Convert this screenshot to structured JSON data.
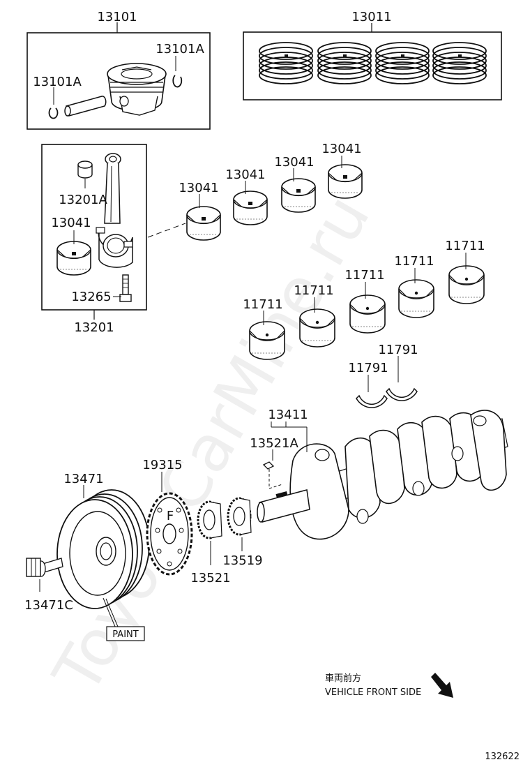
{
  "groups": {
    "piston": "13101",
    "piston_rings": "13011",
    "conrod": "13201"
  },
  "parts": {
    "piston_pin_clip_right": "13101A",
    "piston_pin_clip_left": "13101A",
    "conrod_bushing": "13201A",
    "conrod_bearing_in_box": "13041",
    "conrod_bolt": "13265",
    "conrod_bearing_1": "13041",
    "conrod_bearing_2": "13041",
    "conrod_bearing_3": "13041",
    "conrod_bearing_4": "13041",
    "main_bearing_1": "11711",
    "main_bearing_2": "11711",
    "main_bearing_3": "11711",
    "main_bearing_4": "11711",
    "main_bearing_5": "11711",
    "thrust_washer_1": "11791",
    "thrust_washer_2": "11791",
    "crankshaft": "13411",
    "crankshaft_key": "13521A",
    "crank_pulley": "13471",
    "crank_angle_sensor_plate": "19315",
    "crank_timing_gear": "13521",
    "crank_gear_2": "13519",
    "pulley_bolt": "13471C"
  },
  "paint_label": "PAINT",
  "plate_mark": "F",
  "direction": {
    "japanese": "車両前方",
    "english": "VEHICLE FRONT SIDE"
  },
  "diagram_number": "132622",
  "watermark": "ToyotaCarMine.ru"
}
